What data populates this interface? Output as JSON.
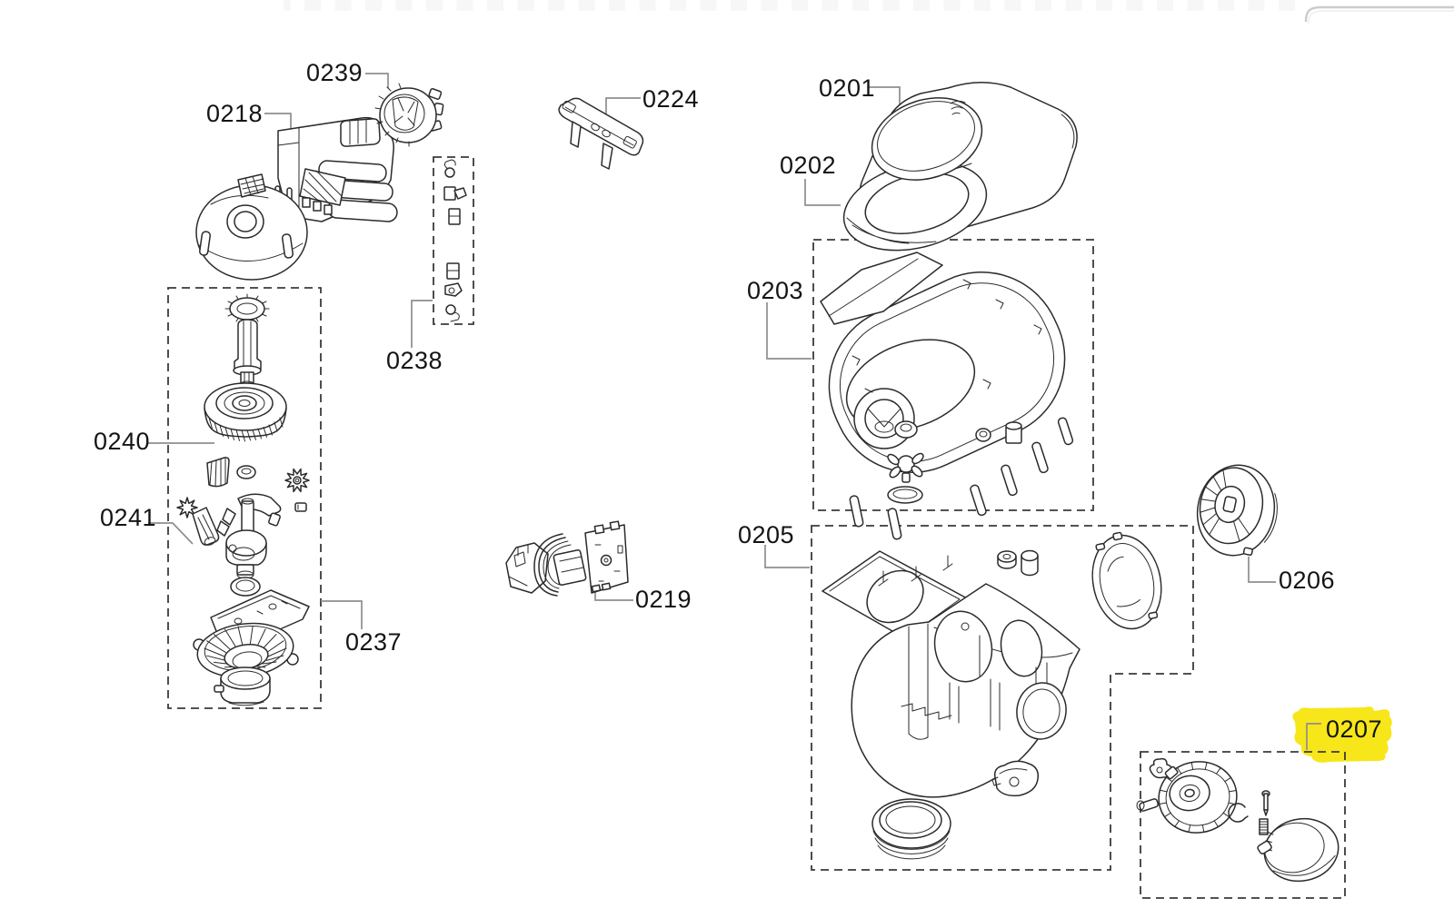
{
  "diagram": {
    "type": "exploded-parts-diagram",
    "description": "Appliance spare parts exploded view with numbered callouts",
    "highlighted_label": "0207",
    "colors": {
      "highlight": "#f7e61a",
      "line": "#2b2b2b",
      "leader": "#8e8e8e",
      "label": "#141414",
      "dash": "#3a3a3a"
    },
    "labels": [
      {
        "id": "0239",
        "text": "0239",
        "highlighted": false
      },
      {
        "id": "0218",
        "text": "0218",
        "highlighted": false
      },
      {
        "id": "0224",
        "text": "0224",
        "highlighted": false
      },
      {
        "id": "0201",
        "text": "0201",
        "highlighted": false
      },
      {
        "id": "0202",
        "text": "0202",
        "highlighted": false
      },
      {
        "id": "0203",
        "text": "0203",
        "highlighted": false
      },
      {
        "id": "0238",
        "text": "0238",
        "highlighted": false
      },
      {
        "id": "0240",
        "text": "0240",
        "highlighted": false
      },
      {
        "id": "0241",
        "text": "0241",
        "highlighted": false
      },
      {
        "id": "0237",
        "text": "0237",
        "highlighted": false
      },
      {
        "id": "0219",
        "text": "0219",
        "highlighted": false
      },
      {
        "id": "0205",
        "text": "0205",
        "highlighted": false
      },
      {
        "id": "0206",
        "text": "0206",
        "highlighted": false
      },
      {
        "id": "0207",
        "text": "0207",
        "highlighted": true
      }
    ]
  }
}
